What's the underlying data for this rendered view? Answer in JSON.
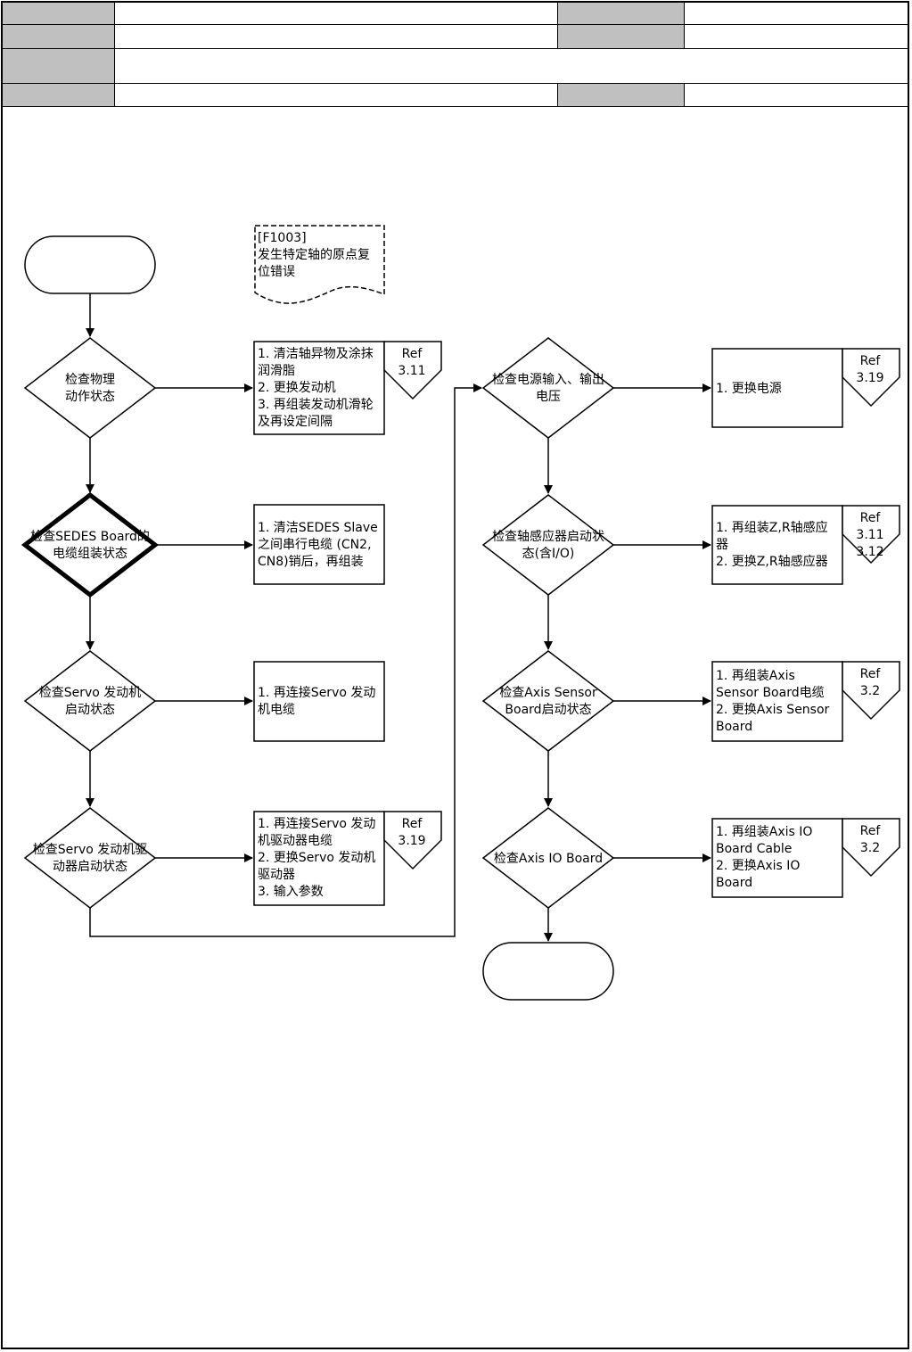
{
  "note": {
    "code": "[F1003]",
    "lines": [
      "发生特定轴的原点复",
      "位错误"
    ]
  },
  "decisions": {
    "d1": [
      "检查物理",
      "动作状态"
    ],
    "d2": [
      "检查SEDES Board的",
      "电缆组装状态"
    ],
    "d3": [
      "检查Servo 发动机",
      "启动状态"
    ],
    "d4": [
      "检查Servo 发动机驱",
      "动器启动状态"
    ],
    "d5": [
      "检查电源输入、输出",
      "电压"
    ],
    "d6": [
      "检查轴感应器启动状",
      "态(含I/O)"
    ],
    "d7": [
      "检查Axis Sensor",
      "Board启动状态"
    ],
    "d8": [
      "检查Axis IO Board"
    ]
  },
  "actions": {
    "a1": [
      "1. 清洁轴异物及涂抹",
      "润滑脂",
      "2. 更换发动机",
      "3. 再组装发动机滑轮",
      "及再设定间隔"
    ],
    "a2": [
      "1. 清洁SEDES Slave",
      "之间串行电缆 (CN2,",
      "CN8)销后，再组装"
    ],
    "a3": [
      "1. 再连接Servo 发动",
      "机电缆"
    ],
    "a4": [
      "1. 再连接Servo 发动",
      "机驱动器电缆",
      "2. 更换Servo 发动机",
      "驱动器",
      "3. 输入参数"
    ],
    "a5": [
      "1. 更换电源"
    ],
    "a6": [
      "1. 再组装Z,R轴感应",
      "器",
      "2. 更换Z,R轴感应器"
    ],
    "a7": [
      "1. 再组装Axis",
      "Sensor Board电缆",
      "2. 更换Axis Sensor",
      "Board"
    ],
    "a8": [
      "1. 再组装Axis IO",
      "Board Cable",
      "2. 更换Axis IO",
      "Board"
    ]
  },
  "refs": {
    "r1": [
      "Ref",
      "3.11"
    ],
    "r4": [
      "Ref",
      "3.19"
    ],
    "r5": [
      "Ref",
      "3.19"
    ],
    "r6": [
      "Ref",
      "3.11",
      "3.12"
    ],
    "r7": [
      "Ref",
      "3.2"
    ],
    "r8": [
      "Ref",
      "3.2"
    ]
  },
  "colors": {
    "header_gray": "#c0c0c0",
    "line": "#000000"
  }
}
